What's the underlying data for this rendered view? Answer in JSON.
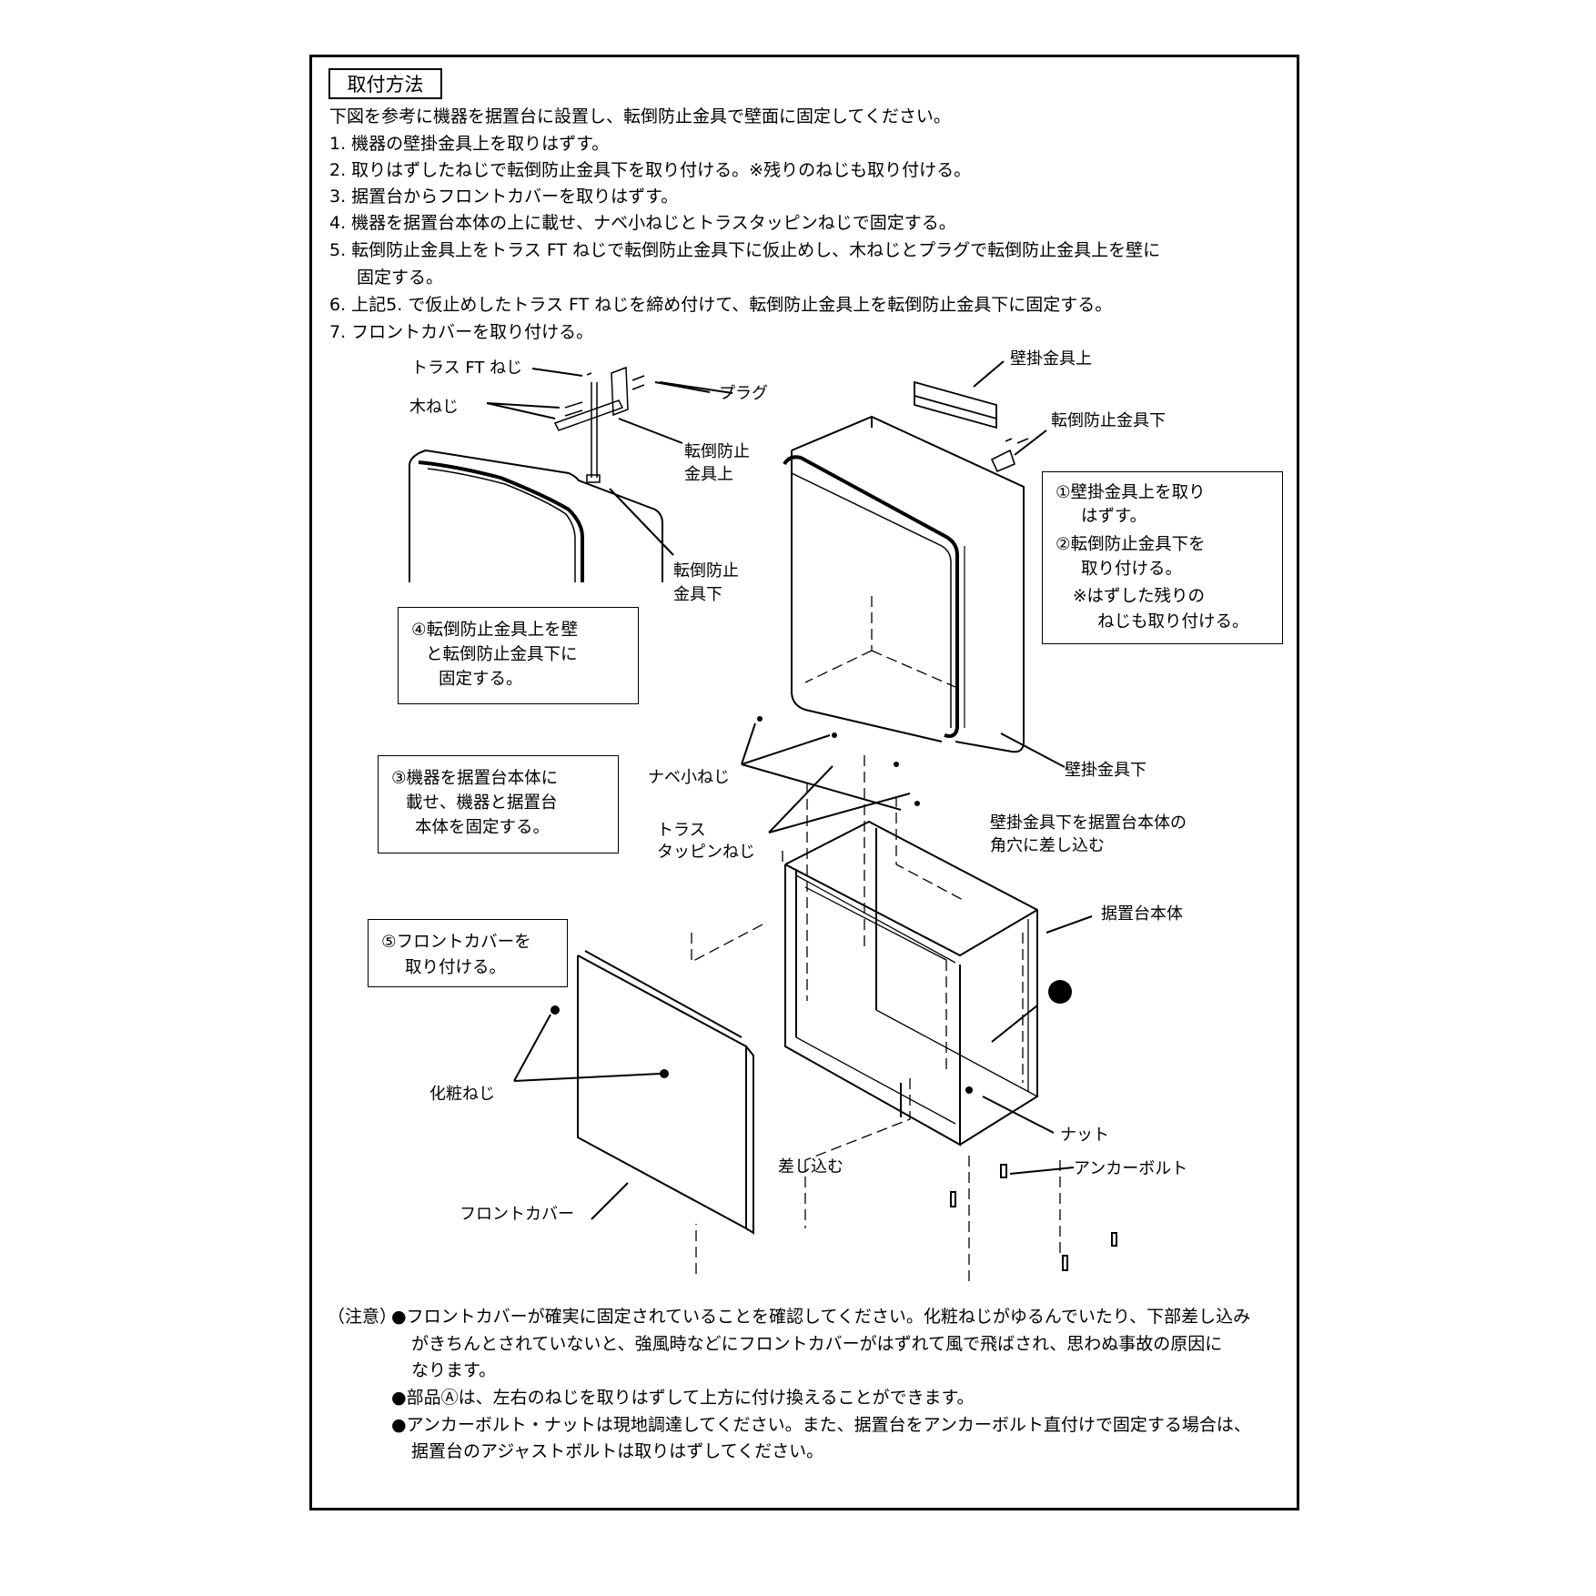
{
  "title": "取付方法",
  "intro": "下図を参考に機器を据置台に設置し、転倒防止金具で壁面に固定してください。",
  "steps": [
    "1. 機器の壁掛金具上を取りはずす。",
    "2. 取りはずしたねじで転倒防止金具下を取り付ける。※残りのねじも取り付ける。",
    "3. 据置台からフロントカバーを取りはずす。",
    "4. 機器を据置台本体の上に載せ、ナベ小ねじとトラスタッピンねじで固定する。",
    "5. 転倒防止金具上をトラス FT ねじで転倒防止金具下に仮止めし、木ねじとプラグで転倒防止金具上を壁に",
    "固定する。",
    "6. 上記5. で仮止めしたトラス FT ねじを締め付けて、転倒防止金具上を転倒防止金具下に固定する。",
    "7. フロントカバーを取り付ける。"
  ],
  "labels": {
    "truss_ft_screw": "トラス FT ねじ",
    "plug": "プラグ",
    "wood_screw": "木ねじ",
    "tip_upper_1": "転倒防止",
    "tip_upper_2": "金具上",
    "tip_lower_1": "転倒防止",
    "tip_lower_2": "金具下",
    "wall_bracket_upper": "壁掛金具上",
    "tip_bracket_lower": "転倒防止金具下",
    "pan_screw": "ナベ小ねじ",
    "truss_tapping_1": "トラス",
    "truss_tapping_2": "タッピンねじ",
    "wall_bracket_lower": "壁掛金具下",
    "insert_note_1": "壁掛金具下を据置台本体の",
    "insert_note_2": "角穴に差し込む",
    "stand_body": "据置台本体",
    "part_a": "Ⓐ",
    "cosmetic_screw": "化粧ねじ",
    "nut": "ナット",
    "insert": "差し込む",
    "anchor_bolt": "アンカーボルト",
    "front_cover": "フロントカバー"
  },
  "boxes": {
    "step1": [
      "①壁掛金具上を取り",
      "はずす。",
      "②転倒防止金具下を",
      "取り付ける。",
      "※はずした残りの",
      "ねじも取り付ける。"
    ],
    "step4": [
      "④転倒防止金具上を壁",
      "と転倒防止金具下に",
      "固定する。"
    ],
    "step3": [
      "③機器を据置台本体に",
      "載せ、機器と据置台",
      "本体を固定する。"
    ],
    "step5": [
      "⑤フロントカバーを",
      "取り付ける。"
    ]
  },
  "notes": {
    "head": "（注意）",
    "n1a": "●フロントカバーが確実に固定されていることを確認してください。化粧ねじがゆるんでいたり、下部差し込み",
    "n1b": "がきちんとされていないと、強風時などにフロントカバーがはずれて風で飛ばされ、思わぬ事故の原因に",
    "n1c": "なります。",
    "n2": "●部品Ⓐは、左右のねじを取りはずして上方に付け換えることができます。",
    "n3a": "●アンカーボルト・ナットは現地調達してください。また、据置台をアンカーボルト直付けで固定する場合は、",
    "n3b": "据置台のアジャストボルトは取りはずしてください。"
  }
}
